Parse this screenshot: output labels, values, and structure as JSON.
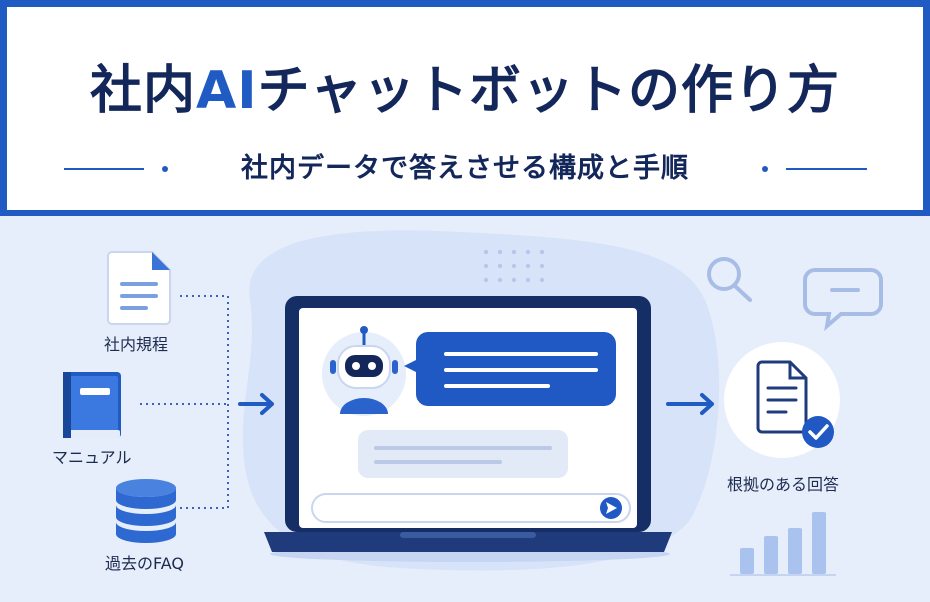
{
  "header": {
    "title_prefix": "社内",
    "title_accent": "AI",
    "title_suffix": "チャットボットの作り方",
    "subtitle": "社内データで答えさせる構成と手順"
  },
  "sources": [
    {
      "label": "社内規程",
      "icon": "document-icon"
    },
    {
      "label": "マニュアル",
      "icon": "book-icon"
    },
    {
      "label": "過去のFAQ",
      "icon": "database-icon"
    }
  ],
  "output": {
    "label": "根拠のある回答",
    "icon": "document-check-icon"
  },
  "colors": {
    "primary": "#1f5bc2",
    "navy": "#14275a",
    "background": "#e6eefb",
    "light_blue": "#b9cdf0"
  }
}
